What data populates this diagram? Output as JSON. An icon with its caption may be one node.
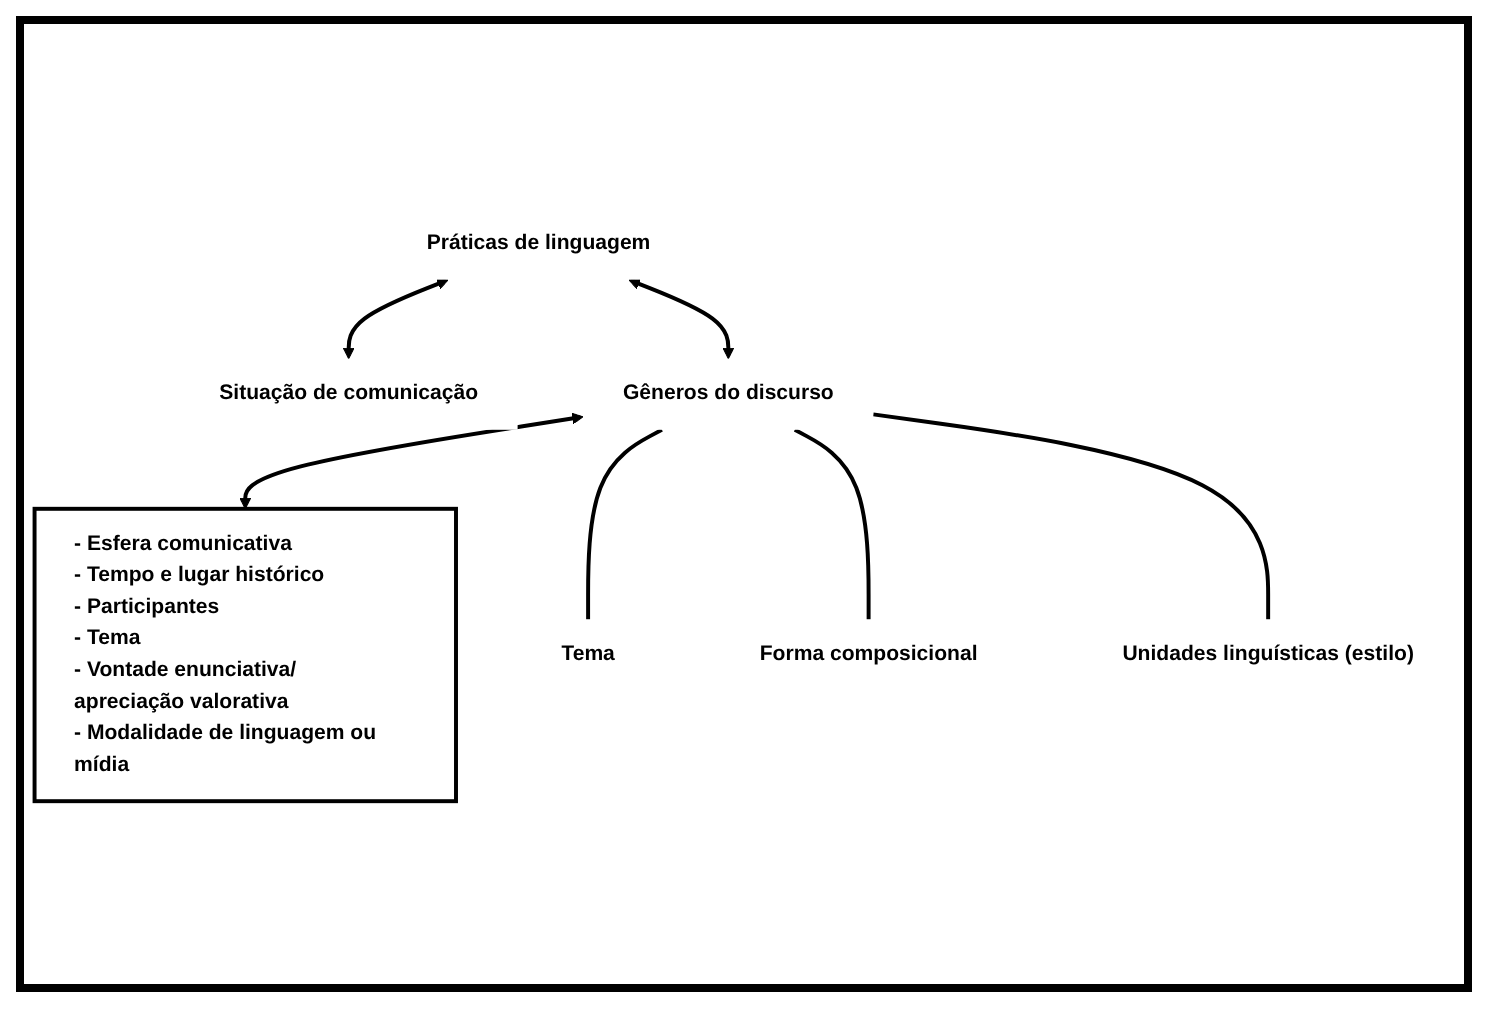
{
  "diagram": {
    "nodes": [
      {
        "text": [
          "Práticas de linguagem"
        ]
      },
      {
        "text": [
          "Situação de comunicação"
        ]
      },
      {
        "text": [
          "- Esfera comunicativa",
          "- Tempo e lugar histórico",
          "- Participantes",
          "- Tema",
          "- Vontade enunciativa/ apreciação valorativa",
          "- Modalidade de linguagem ou mídia"
        ]
      },
      {
        "text": [
          "Gêneros do discurso"
        ]
      },
      {
        "text": [
          "Tema"
        ]
      },
      {
        "text": [
          "Forma composicional"
        ]
      },
      {
        "text": [
          "Unidades linguísticas (estilo)"
        ]
      }
    ],
    "edges": [
      {
        "from": 0,
        "to": 1,
        "arrow": "both"
      },
      {
        "from": 0,
        "to": 3,
        "arrow": "both"
      },
      {
        "from": 3,
        "to": 2,
        "arrow": "both"
      },
      {
        "from": 3,
        "to": 4,
        "arrow": "none"
      },
      {
        "from": 3,
        "to": 5,
        "arrow": "none"
      },
      {
        "from": 3,
        "to": 6,
        "arrow": "none"
      }
    ]
  }
}
